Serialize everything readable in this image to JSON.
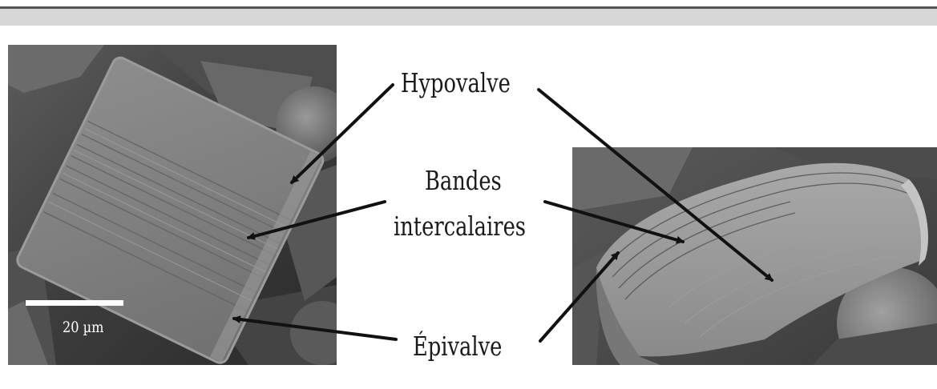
{
  "labels": {
    "hypovalve": "Hypovalve",
    "bandes": "Bandes",
    "intercalaires": "intercalaires",
    "epivalve": "Épivalve"
  },
  "scale_bar": {
    "text": "20 µm"
  },
  "colors": {
    "label_text": "#1a1a1a",
    "arrow": "#111111",
    "header_dark": "#555555",
    "header_grey": "#d7d7d7"
  }
}
